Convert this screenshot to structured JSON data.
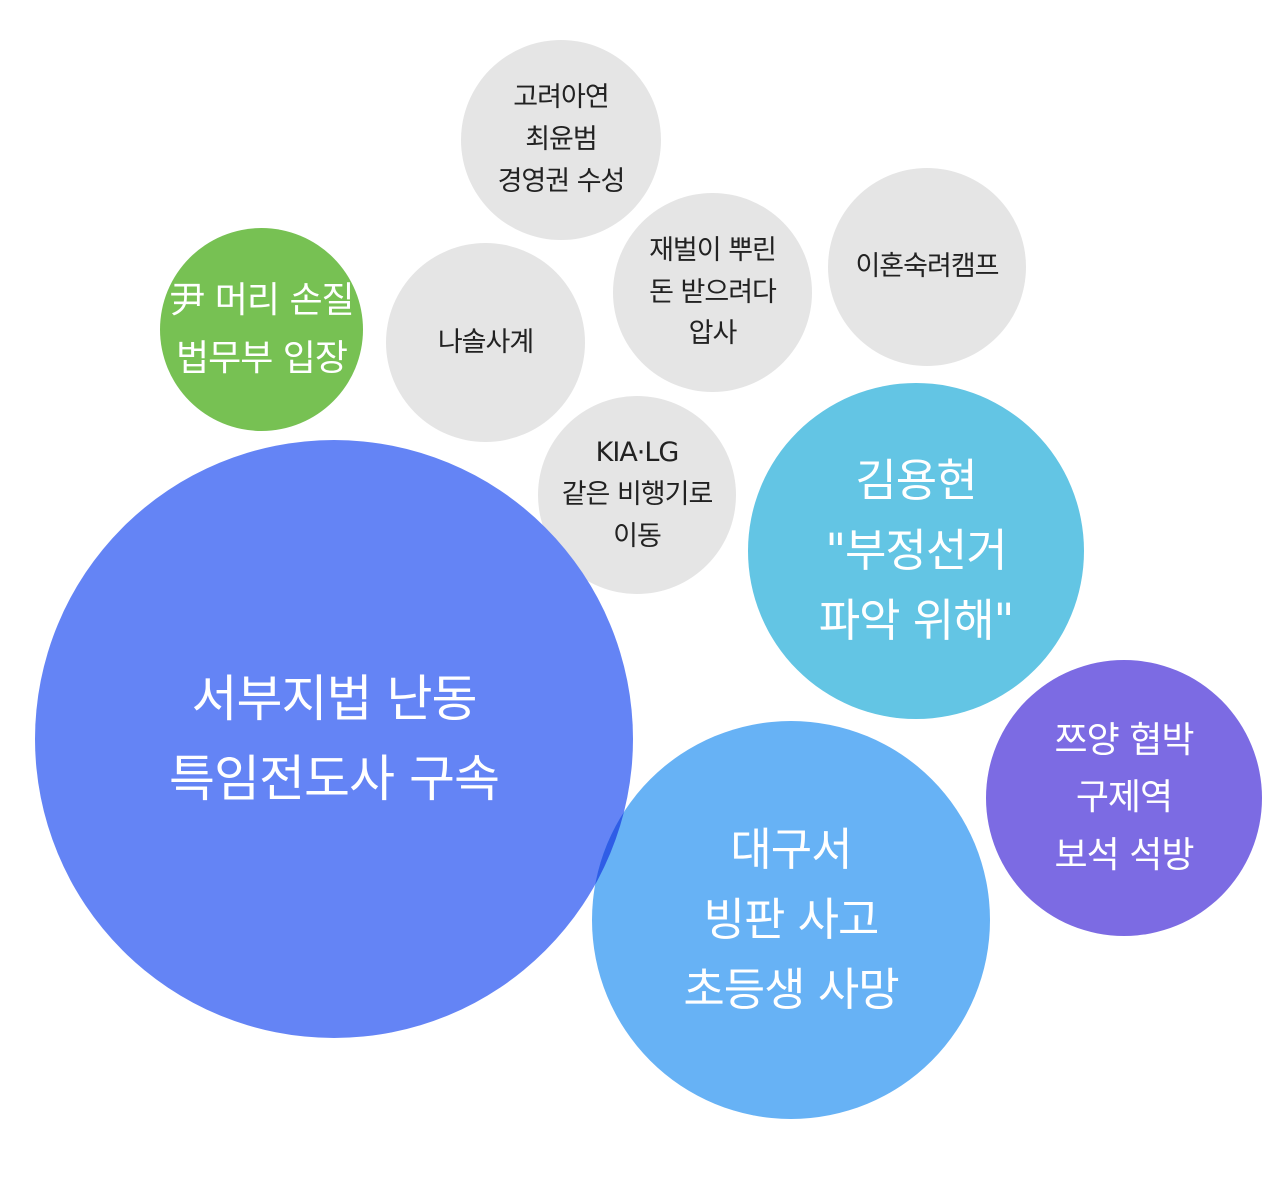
{
  "bubbles": [
    {
      "id": "b1",
      "label": "고려아연\n최윤범\n경영권 수성",
      "color": "#e5e5e5"
    },
    {
      "id": "b2",
      "label": "尹 머리 손질\n법무부 입장",
      "color": "#77c153"
    },
    {
      "id": "b3",
      "label": "나솔사계",
      "color": "#e5e5e5"
    },
    {
      "id": "b4",
      "label": "재벌이 뿌린\n돈 받으려다\n압사",
      "color": "#e5e5e5"
    },
    {
      "id": "b5",
      "label": "이혼숙려캠프",
      "color": "#e5e5e5"
    },
    {
      "id": "b6",
      "label": "KIA·LG\n같은 비행기로\n이동",
      "color": "#e5e5e5"
    },
    {
      "id": "b7",
      "label": "서부지법 난동\n특임전도사 구속",
      "color": "#6484f5"
    },
    {
      "id": "b8",
      "label": "김용현\n\"부정선거\n파악 위해\"",
      "color": "#63c5e4"
    },
    {
      "id": "b9",
      "label": "쯔양 협박\n구제역\n보석 석방",
      "color": "#7c6be3"
    },
    {
      "id": "b10",
      "label": "대구서\n빙판 사고\n초등생 사망",
      "color": "#67b2f5"
    }
  ]
}
